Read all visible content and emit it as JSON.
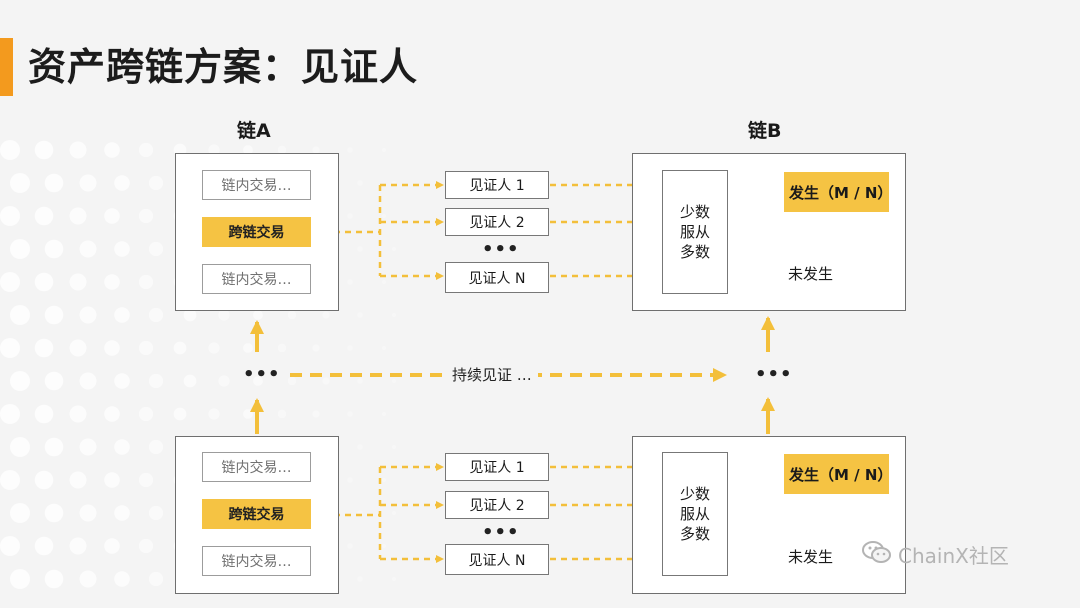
{
  "title": "资产跨链方案：见证人",
  "chain_a_label": "链A",
  "chain_b_label": "链B",
  "ongoing_label": "持续见证 …",
  "ellipsis": "•••",
  "top": {
    "tx_in_1": "链内交易…",
    "tx_cross": "跨链交易",
    "tx_in_2": "链内交易…",
    "witness_1": "见证人 1",
    "witness_2": "见证人 2",
    "witness_more": "•••",
    "witness_n": "见证人 N",
    "consensus": "少数\n服从\n多数",
    "occurred": "发生（M / N）",
    "not_occurred": "未发生"
  },
  "bottom": {
    "tx_in_1": "链内交易…",
    "tx_cross": "跨链交易",
    "tx_in_2": "链内交易…",
    "witness_1": "见证人 1",
    "witness_2": "见证人 2",
    "witness_more": "•••",
    "witness_n": "见证人 N",
    "consensus": "少数\n服从\n多数",
    "occurred": "发生（M / N）",
    "not_occurred": "未发生"
  },
  "watermark": "ChainX社区",
  "colors": {
    "accent": "#f39a1e",
    "highlight": "#f5c343",
    "arrow": "#f3bf3a"
  },
  "icons": {
    "watermark": "wechat-icon"
  }
}
